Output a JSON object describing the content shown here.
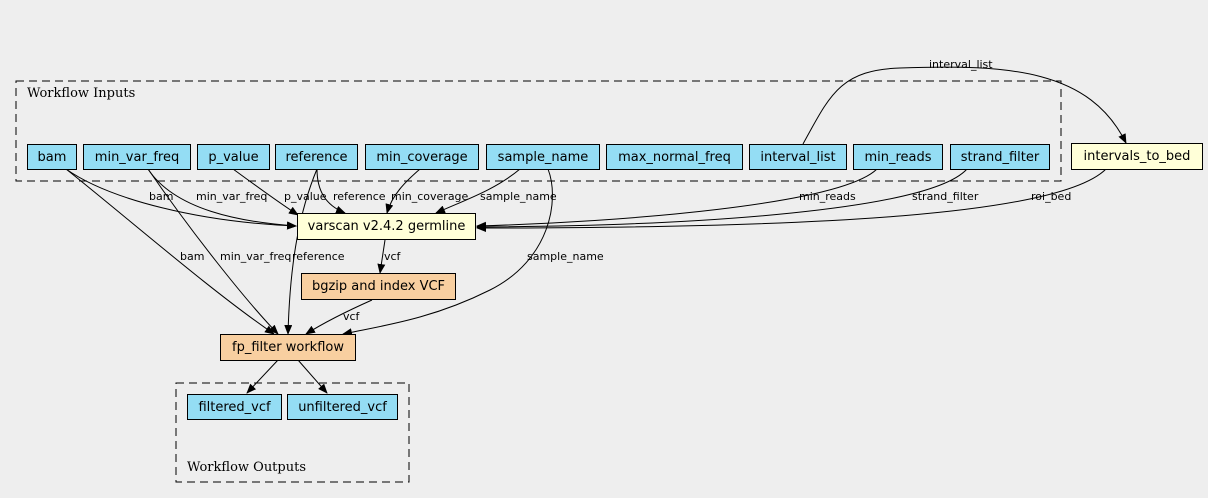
{
  "clusters": {
    "inputs_label": "Workflow Inputs",
    "outputs_label": "Workflow Outputs"
  },
  "inputs": [
    "bam",
    "min_var_freq",
    "p_value",
    "reference",
    "min_coverage",
    "sample_name",
    "max_normal_freq",
    "interval_list",
    "min_reads",
    "strand_filter"
  ],
  "steps": {
    "intervals_to_bed": "intervals_to_bed",
    "varscan": "varscan v2.4.2 germline",
    "bgzip": "bgzip and index VCF",
    "fp_filter": "fp_filter workflow"
  },
  "outputs": [
    "filtered_vcf",
    "unfiltered_vcf"
  ],
  "edge_labels": {
    "interval_list_to_bed": "interval_list",
    "bam_varscan": "bam",
    "min_var_freq_varscan": "min_var_freq",
    "p_value_varscan": "p_value",
    "reference_varscan": "reference",
    "min_coverage_varscan": "min_coverage",
    "sample_name_varscan": "sample_name",
    "min_reads_varscan": "min_reads",
    "strand_filter_varscan": "strand_filter",
    "roi_bed_varscan": "roi_bed",
    "varscan_vcf": "vcf",
    "bam_fp": "bam",
    "min_var_freq_fp": "min_var_freq",
    "reference_fp": "reference",
    "sample_name_fp": "sample_name",
    "bgzip_vcf": "vcf"
  },
  "colors": {
    "io_fill": "#94ddf4",
    "step_fill": "#ffffd8",
    "subworkflow_fill": "#f8cfa0",
    "background": "#eeeeee"
  }
}
